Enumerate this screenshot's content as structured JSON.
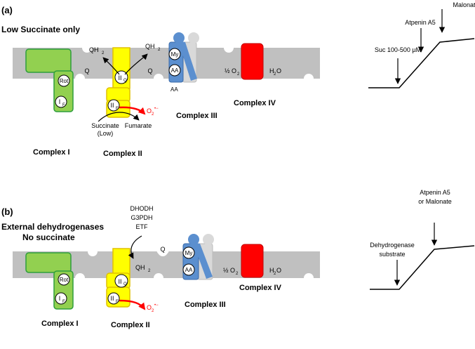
{
  "colors": {
    "membrane": "#c0c0c0",
    "complex_i": "#92d050",
    "complex_i_border": "#2e9e3c",
    "complex_ii": "#ffff00",
    "complex_ii_border": "#e0c000",
    "complex_iii_blue": "#5b8fcf",
    "complex_iii_grey": "#d9d9d9",
    "complex_iv": "#ff0000",
    "superoxide": "#ff0000"
  },
  "panel_a": {
    "tag": "(a)",
    "title": "Low Succinate only",
    "rot": "Rot",
    "if_base": "I",
    "if_sub": "F",
    "q_left": "Q",
    "q_right": "Q",
    "qh2_left_base": "QH",
    "qh2_left_sub": "2",
    "qh2_right_base": "QH",
    "qh2_right_sub": "2",
    "iiq_base": "II",
    "iiq_sub": "Q",
    "iif_base": "II",
    "iif_sub": "F",
    "superoxide_base": "O",
    "superoxide_sub": "2",
    "superoxide_sup": "•−",
    "succinate": "Succinate",
    "succinate_low": "(Low)",
    "fumarate": "Fumarate",
    "my": "My",
    "aa": "AA",
    "aa_under": "AA",
    "half_o2": "½ O",
    "half_o2_sub": "2",
    "h2o_pre": "H",
    "h2o_sub": "2",
    "h2o_post": "O",
    "complex_i": "Complex I",
    "complex_ii": "Complex II",
    "complex_iii": "Complex III",
    "complex_iv": "Complex IV",
    "trace_malonate": "Malonate",
    "trace_atpenin": "Atpenin A5",
    "trace_suc": "Suc 100-500 µM"
  },
  "panel_b": {
    "tag": "(b)",
    "title_line1": "External dehydrogenases",
    "title_line2": "No succinate",
    "dh1": "DHODH",
    "dh2": "G3PDH",
    "dh3": "ETF",
    "q": "Q",
    "qh2_base": "QH",
    "qh2_sub": "2",
    "rot": "Rot",
    "if_base": "I",
    "if_sub": "F",
    "iiq_base": "II",
    "iiq_sub": "Q",
    "iif_base": "II",
    "iif_sub": "F",
    "superoxide_base": "O",
    "superoxide_sub": "2",
    "superoxide_sup": "•−",
    "my": "My",
    "aa": "AA",
    "half_o2": "½ O",
    "half_o2_sub": "2",
    "h2o_pre": "H",
    "h2o_sub": "2",
    "h2o_post": "O",
    "complex_i": "Complex I",
    "complex_ii": "Complex II",
    "complex_iii": "Complex III",
    "complex_iv": "Complex IV",
    "trace_inhib1": "Atpenin A5",
    "trace_inhib2": "or Malonate",
    "trace_sub1": "Dehydrogenase",
    "trace_sub2": "substrate"
  }
}
